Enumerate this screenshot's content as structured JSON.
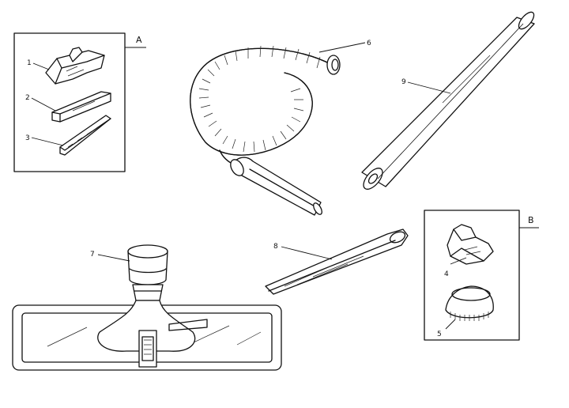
{
  "groups": {
    "A": "A",
    "B": "B"
  },
  "callouts": {
    "upholstery_tool_a": "1",
    "extension_wand_short": "2",
    "crevice_brush_strip": "3",
    "upholstery_tool_b": "4",
    "dusting_brush": "5",
    "hose": "6",
    "floor_nozzle": "7",
    "crevice_tool": "8",
    "wand": "9"
  }
}
